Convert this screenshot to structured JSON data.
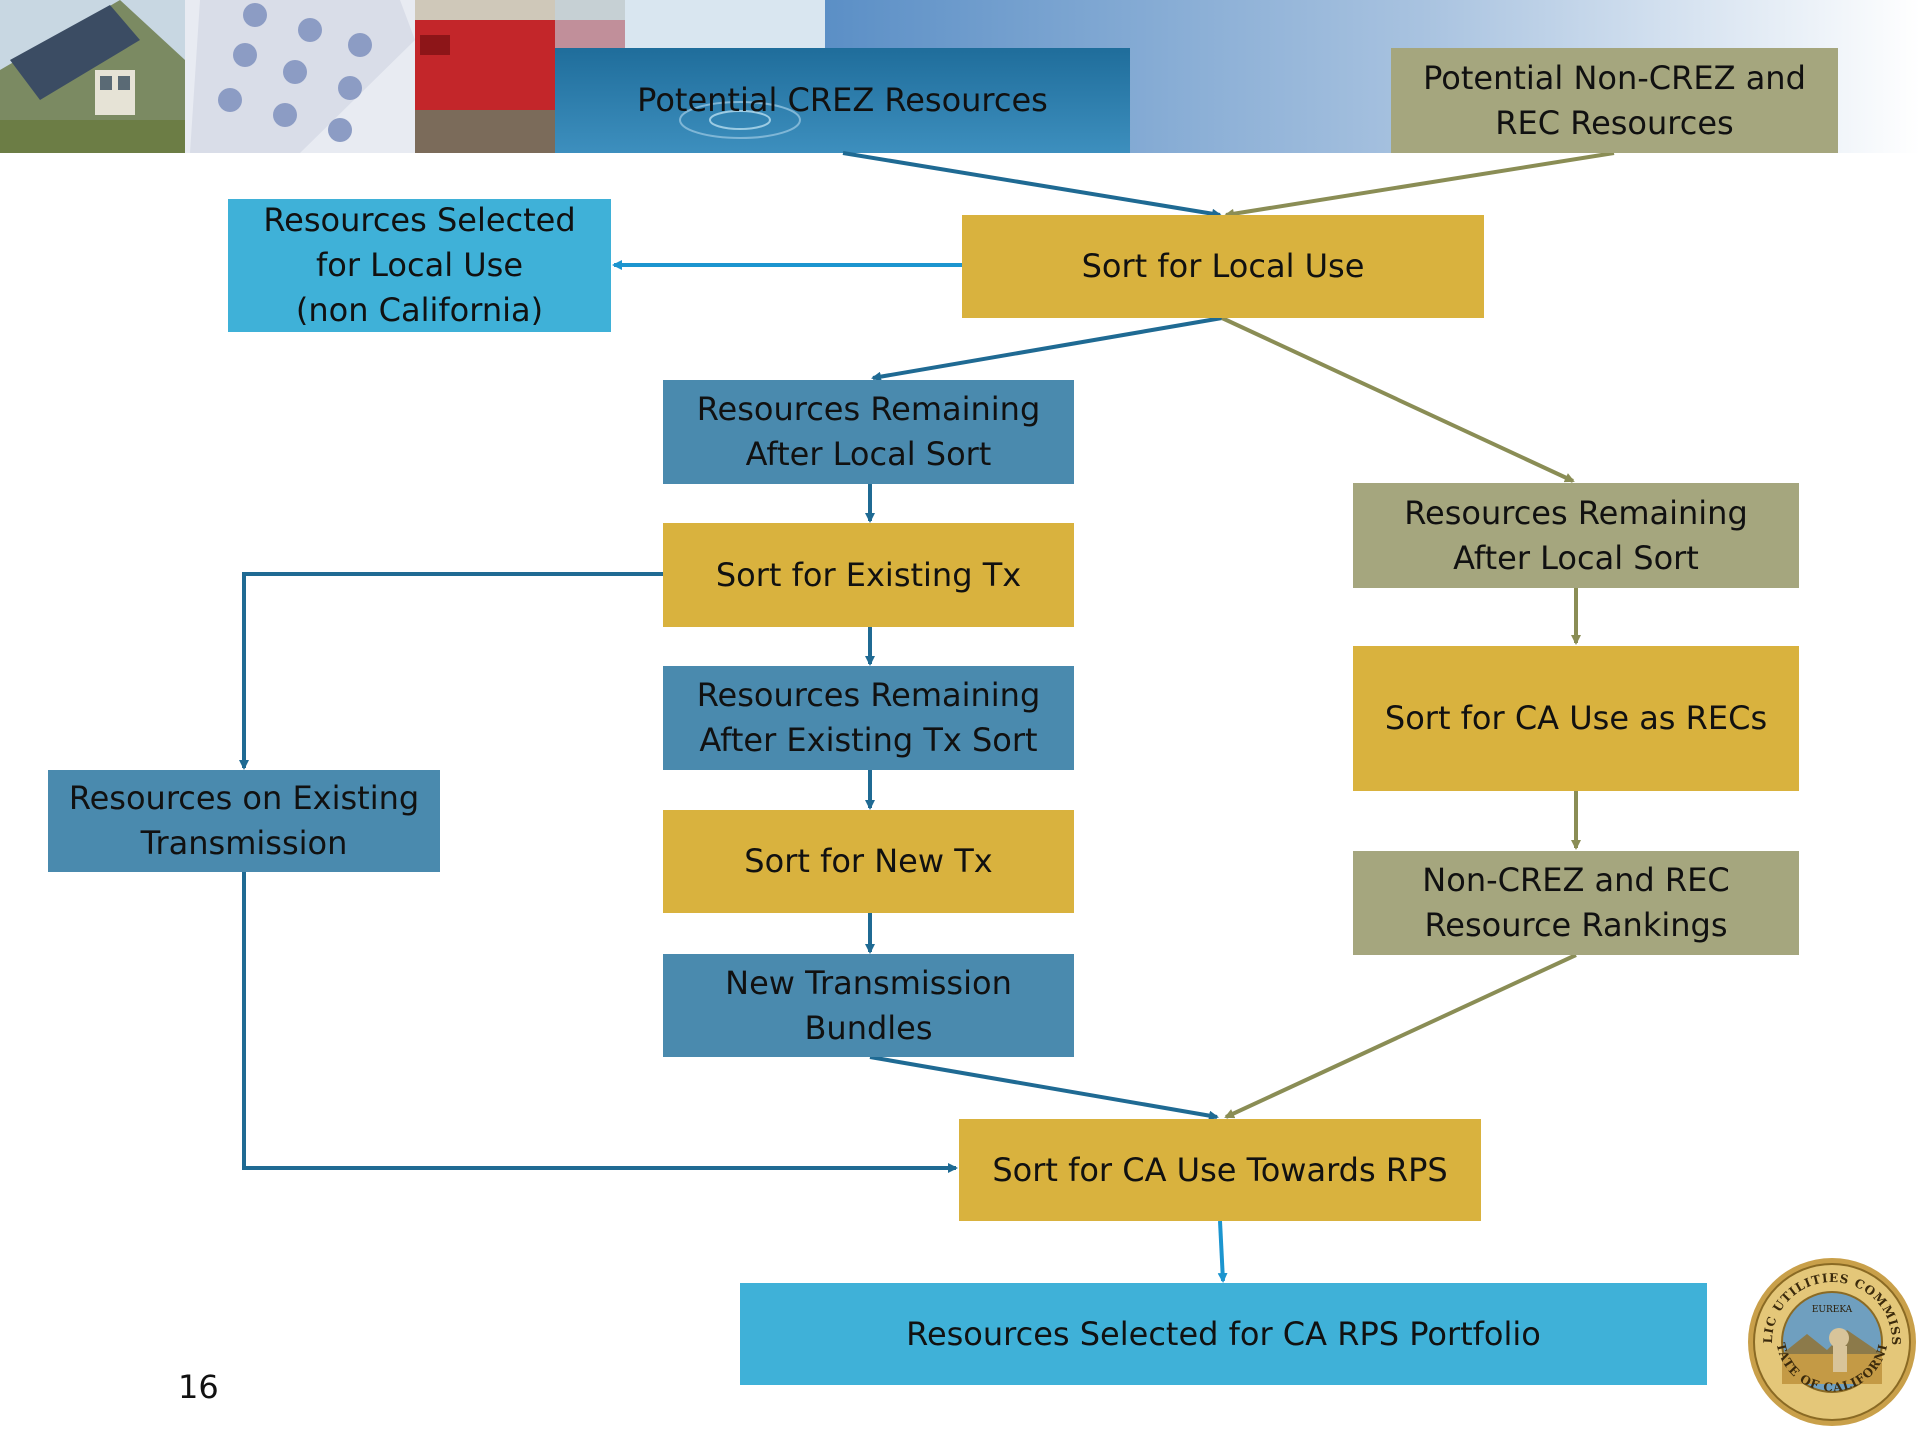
{
  "boxes": {
    "crez": "Potential CREZ Resources",
    "noncrez": "Potential Non-CREZ and\nREC Resources",
    "selected_local": "Resources Selected\nfor Local Use\n(non California)",
    "sort_local": "Sort for Local Use",
    "remaining_local_left": "Resources Remaining\nAfter Local Sort",
    "remaining_local_right": "Resources Remaining\nAfter Local Sort",
    "sort_existing_tx": "Sort for Existing Tx",
    "remaining_existing_tx": "Resources Remaining\nAfter Existing Tx Sort",
    "sort_ca_recs": "Sort for CA Use as RECs",
    "existing_transmission": "Resources on Existing\nTransmission",
    "sort_new_tx": "Sort for New Tx",
    "noncrez_rankings": "Non-CREZ and REC\nResource Rankings",
    "new_tx_bundles": "New Transmission\nBundles",
    "sort_ca_rps": "Sort for CA Use Towards RPS",
    "selected_rps": "Resources Selected for CA RPS Portfolio"
  },
  "page_number": "16",
  "seal_text": "PUBLIC UTILITIES COMMISSION · STATE OF CALIFORNIA",
  "seal_motto": "EUREKA",
  "colors": {
    "crez_blue": "#4a8aae",
    "sort_gold": "#d9b23e",
    "noncrez_olive": "#a5a67e",
    "selected_cyan": "#3fb1d8",
    "arrow_blue": "#1f6a93",
    "arrow_olive": "#8a8d55",
    "arrow_cyan": "#1c95cf"
  }
}
